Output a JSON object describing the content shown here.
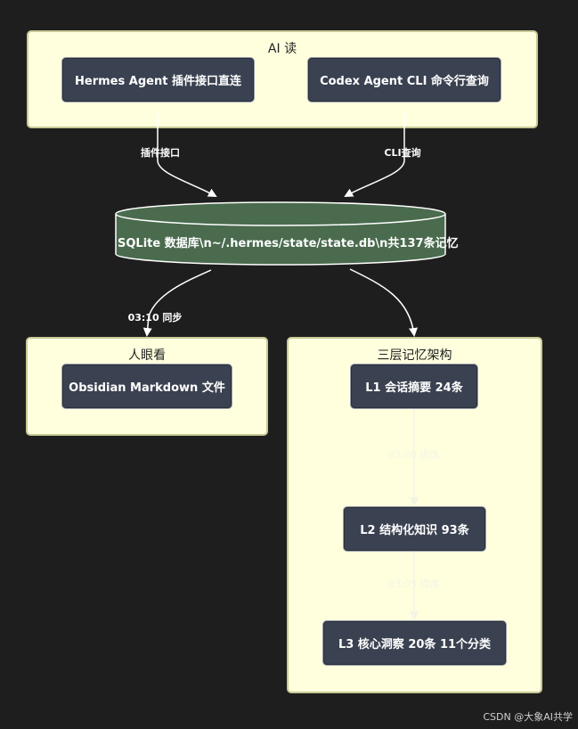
{
  "clusters": {
    "ai_read": {
      "title": "AI 读"
    },
    "human_view": {
      "title": "人眼看"
    },
    "memory": {
      "title": "三层记忆架构"
    }
  },
  "nodes": {
    "hermes": "Hermes Agent 插件接口直连",
    "codex": "Codex Agent CLI 命令行查询",
    "database": "SQLite 数据库\\n~/.hermes/state/state.db\\n共137条记忆",
    "obsidian": "Obsidian Markdown 文件",
    "l1": "L1 会话摘要 24条",
    "l2": "L2 结构化知识 93条",
    "l3": "L3 核心洞察 20条 11个分类"
  },
  "edges": {
    "plugin": "插件接口",
    "cli": "CLI查询",
    "sync": "03:10 同步",
    "l1_l2": "03:00 提炼",
    "l2_l3": "03:05 提炼"
  },
  "colors": {
    "background": "#1e1e1e",
    "cluster_fill": "#ffffde",
    "cluster_border": "#c8c896",
    "node_fill": "#3a4150",
    "db_fill": "#4a6b4e",
    "edge": "#ffffff"
  },
  "watermark": "CSDN @大象AI共学"
}
